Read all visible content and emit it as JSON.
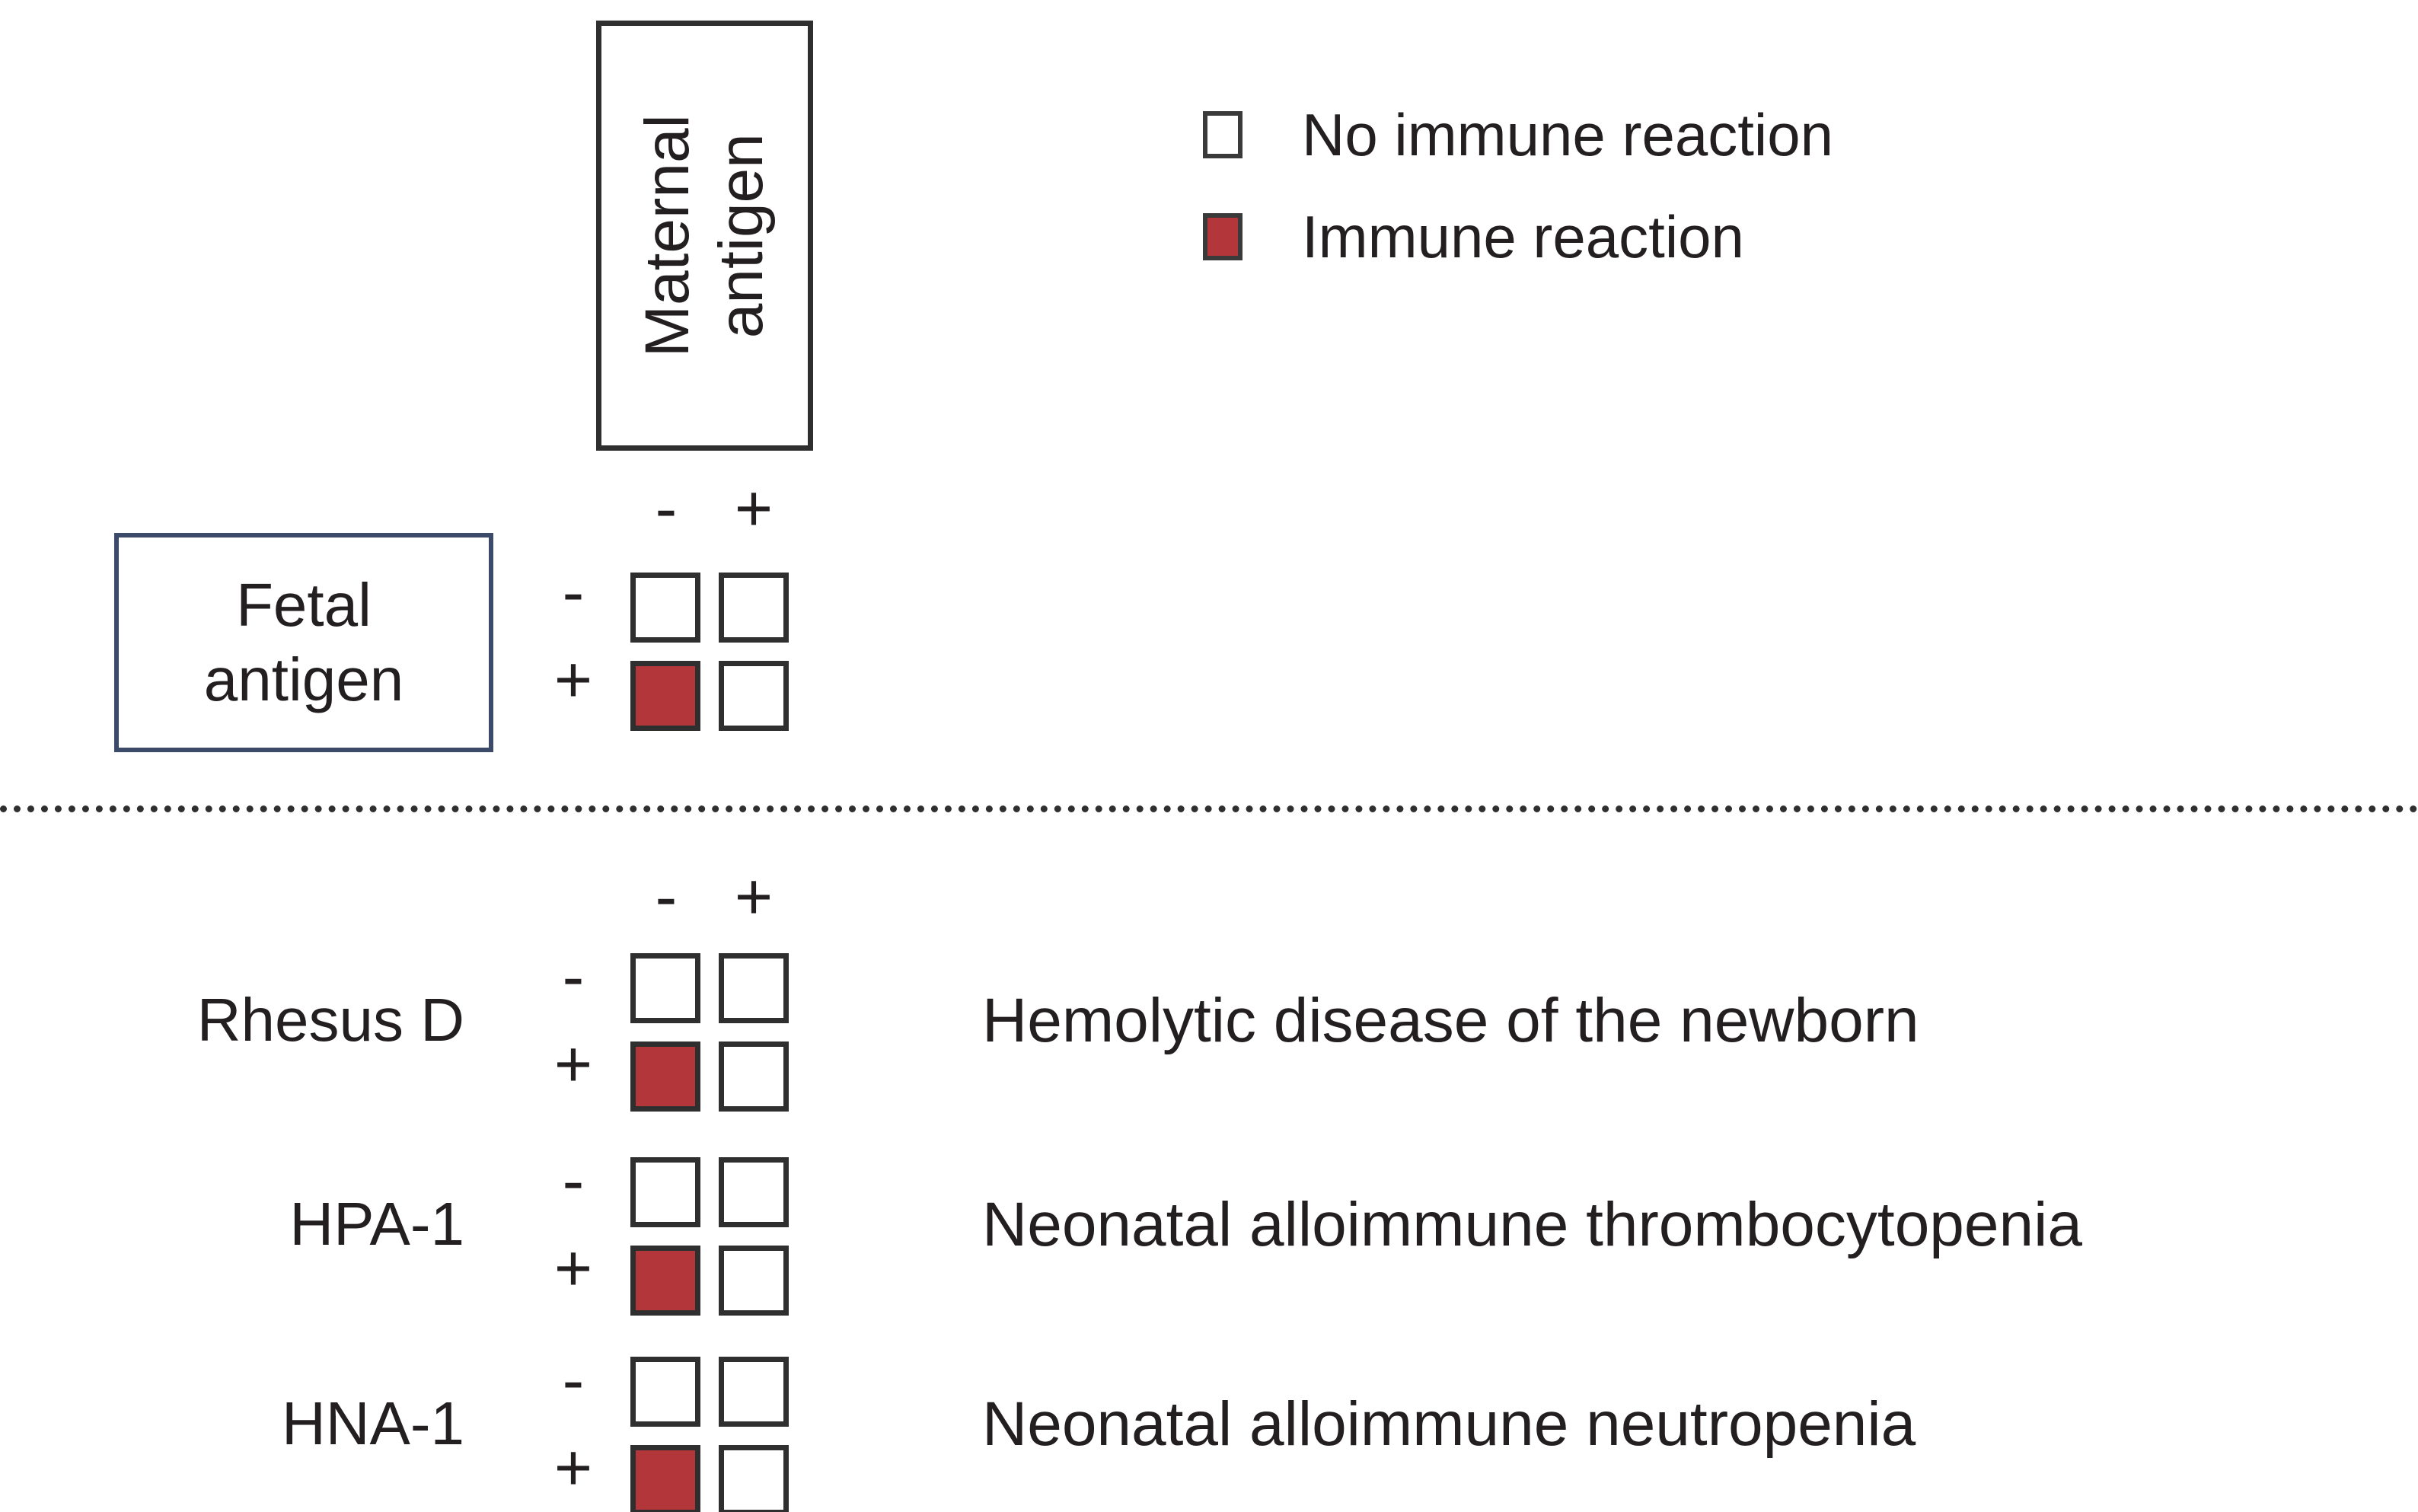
{
  "figure": {
    "maternal_box": {
      "label_line1": "Maternal",
      "label_line2": "antigen",
      "border_color": "#2f2f2f"
    },
    "fetal_box": {
      "label_line1": "Fetal",
      "label_line2": "antigen",
      "border_color": "#3b4a68"
    },
    "legend": {
      "items": [
        {
          "swatch": "empty-square-icon",
          "label": "No immune reaction",
          "color": "#ffffff"
        },
        {
          "swatch": "filled-square-icon",
          "label": "Immune reaction",
          "color": "#b3373a"
        }
      ]
    },
    "column_headers": [
      "-",
      "+"
    ],
    "row_headers": [
      "-",
      "+"
    ],
    "colors": {
      "immune_reaction": "#b3373a",
      "no_immune_reaction": "#ffffff",
      "cell_border": "#2f2f2f",
      "text": "#231f20",
      "fetal_box_border": "#3b4a68"
    },
    "generic_matrix": {
      "name": "generic-antigen-matrix",
      "column_headers": [
        "-",
        "+"
      ],
      "rows": [
        {
          "row_header": "-",
          "cells": [
            "no-immune-reaction",
            "no-immune-reaction"
          ]
        },
        {
          "row_header": "+",
          "cells": [
            "immune-reaction",
            "no-immune-reaction"
          ]
        }
      ]
    },
    "examples": [
      {
        "antigen": "Rhesus D",
        "disease": "Hemolytic disease of the newborn",
        "column_headers": [
          "-",
          "+"
        ],
        "rows": [
          {
            "row_header": "-",
            "cells": [
              "no-immune-reaction",
              "no-immune-reaction"
            ]
          },
          {
            "row_header": "+",
            "cells": [
              "immune-reaction",
              "no-immune-reaction"
            ]
          }
        ]
      },
      {
        "antigen": "HPA-1",
        "disease": "Neonatal alloimmune thrombocytopenia",
        "column_headers": [
          "-",
          "+"
        ],
        "rows": [
          {
            "row_header": "-",
            "cells": [
              "no-immune-reaction",
              "no-immune-reaction"
            ]
          },
          {
            "row_header": "+",
            "cells": [
              "immune-reaction",
              "no-immune-reaction"
            ]
          }
        ]
      },
      {
        "antigen": "HNA-1",
        "disease": "Neonatal alloimmune neutropenia",
        "column_headers": [
          "-",
          "+"
        ],
        "rows": [
          {
            "row_header": "-",
            "cells": [
              "no-immune-reaction",
              "no-immune-reaction"
            ]
          },
          {
            "row_header": "+",
            "cells": [
              "immune-reaction",
              "no-immune-reaction"
            ]
          }
        ]
      }
    ]
  }
}
